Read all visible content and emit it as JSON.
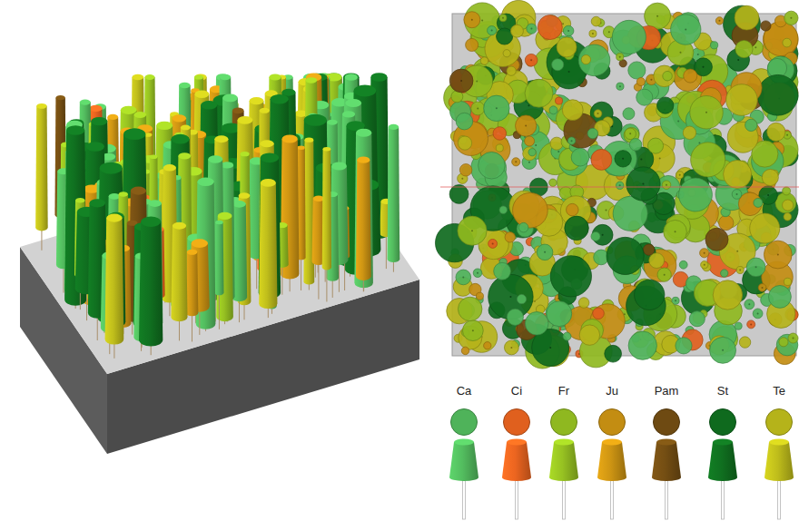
{
  "diagram": {
    "legend": [
      {
        "text": "Ca",
        "color": "#4fb35a"
      },
      {
        "text": "Ci",
        "color": "#e0601e"
      },
      {
        "text": "Fr",
        "color": "#8fb820"
      },
      {
        "text": "Ju",
        "color": "#c38d12"
      },
      {
        "text": "Pam",
        "color": "#6e4a12"
      },
      {
        "text": "St",
        "color": "#0f6a1e"
      },
      {
        "text": "Te",
        "color": "#b5b31a"
      }
    ]
  }
}
